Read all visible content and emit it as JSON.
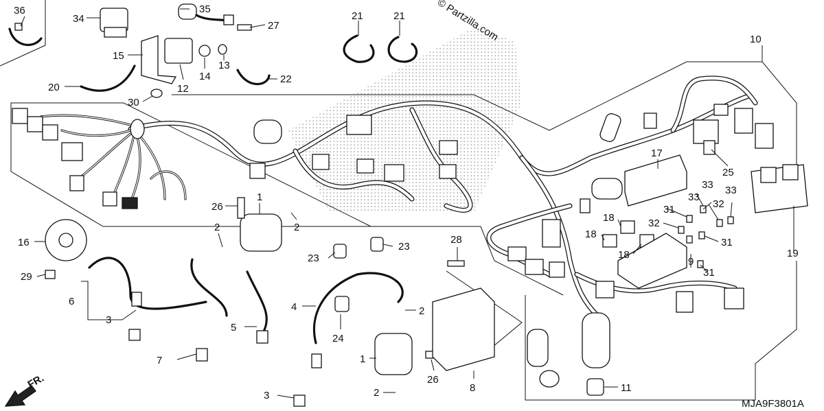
{
  "diagram": {
    "code": "MJA9F3801A",
    "watermark": "© Partzilla.com",
    "direction_label": "FR.",
    "callouts": [
      {
        "key": "c36",
        "label": "36"
      },
      {
        "key": "c34",
        "label": "34"
      },
      {
        "key": "c35",
        "label": "35"
      },
      {
        "key": "c27",
        "label": "27"
      },
      {
        "key": "c21a",
        "label": "21"
      },
      {
        "key": "c21b",
        "label": "21"
      },
      {
        "key": "c10",
        "label": "10"
      },
      {
        "key": "c15",
        "label": "15"
      },
      {
        "key": "c14",
        "label": "14"
      },
      {
        "key": "c13",
        "label": "13"
      },
      {
        "key": "c22",
        "label": "22"
      },
      {
        "key": "c12",
        "label": "12"
      },
      {
        "key": "c20",
        "label": "20"
      },
      {
        "key": "c30",
        "label": "30"
      },
      {
        "key": "c17",
        "label": "17"
      },
      {
        "key": "c25",
        "label": "25"
      },
      {
        "key": "c33a",
        "label": "33"
      },
      {
        "key": "c33b",
        "label": "33"
      },
      {
        "key": "c33c",
        "label": "33"
      },
      {
        "key": "c32a",
        "label": "32"
      },
      {
        "key": "c32b",
        "label": "32"
      },
      {
        "key": "c31a",
        "label": "31"
      },
      {
        "key": "c31b",
        "label": "31"
      },
      {
        "key": "c31c",
        "label": "31"
      },
      {
        "key": "c19",
        "label": "19"
      },
      {
        "key": "c18a",
        "label": "18"
      },
      {
        "key": "c18b",
        "label": "18"
      },
      {
        "key": "c18c",
        "label": "18"
      },
      {
        "key": "c9",
        "label": "9"
      },
      {
        "key": "c26a",
        "label": "26"
      },
      {
        "key": "c1a",
        "label": "1"
      },
      {
        "key": "c2a",
        "label": "2"
      },
      {
        "key": "c2b",
        "label": "2"
      },
      {
        "key": "c16",
        "label": "16"
      },
      {
        "key": "c29",
        "label": "29"
      },
      {
        "key": "c6",
        "label": "6"
      },
      {
        "key": "c3a",
        "label": "3"
      },
      {
        "key": "c7",
        "label": "7"
      },
      {
        "key": "c23a",
        "label": "23"
      },
      {
        "key": "c23b",
        "label": "23"
      },
      {
        "key": "c28",
        "label": "28"
      },
      {
        "key": "c4",
        "label": "4"
      },
      {
        "key": "c5",
        "label": "5"
      },
      {
        "key": "c24",
        "label": "24"
      },
      {
        "key": "c2c",
        "label": "2"
      },
      {
        "key": "c1b",
        "label": "1"
      },
      {
        "key": "c26b",
        "label": "26"
      },
      {
        "key": "c2d",
        "label": "2"
      },
      {
        "key": "c8",
        "label": "8"
      },
      {
        "key": "c11",
        "label": "11"
      },
      {
        "key": "c3b",
        "label": "3"
      }
    ]
  }
}
